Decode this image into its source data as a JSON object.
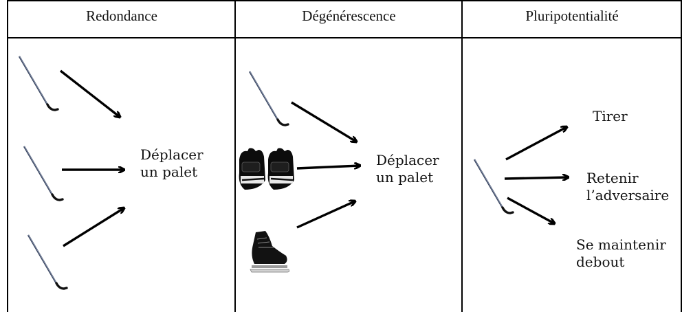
{
  "columns": [
    {
      "title": "Redondance",
      "sources": [
        "hockey-stick",
        "hockey-stick",
        "hockey-stick"
      ],
      "targets": [
        {
          "lines": [
            "Déplacer",
            "un palet"
          ]
        }
      ]
    },
    {
      "title": "Dégénérescence",
      "sources": [
        "hockey-stick",
        "hockey-gloves",
        "hockey-skate"
      ],
      "targets": [
        {
          "lines": [
            "Déplacer",
            "un palet"
          ]
        }
      ]
    },
    {
      "title": "Pluripotentialité",
      "sources": [
        "hockey-stick"
      ],
      "targets": [
        {
          "lines": [
            "Tirer"
          ]
        },
        {
          "lines": [
            "Retenir",
            "l’adversaire"
          ]
        },
        {
          "lines": [
            "Se maintenir",
            "debout"
          ]
        }
      ]
    }
  ],
  "colors": {
    "line": "#000000",
    "stick_shaft": "#3a4660",
    "stick_blade": "#111111"
  }
}
